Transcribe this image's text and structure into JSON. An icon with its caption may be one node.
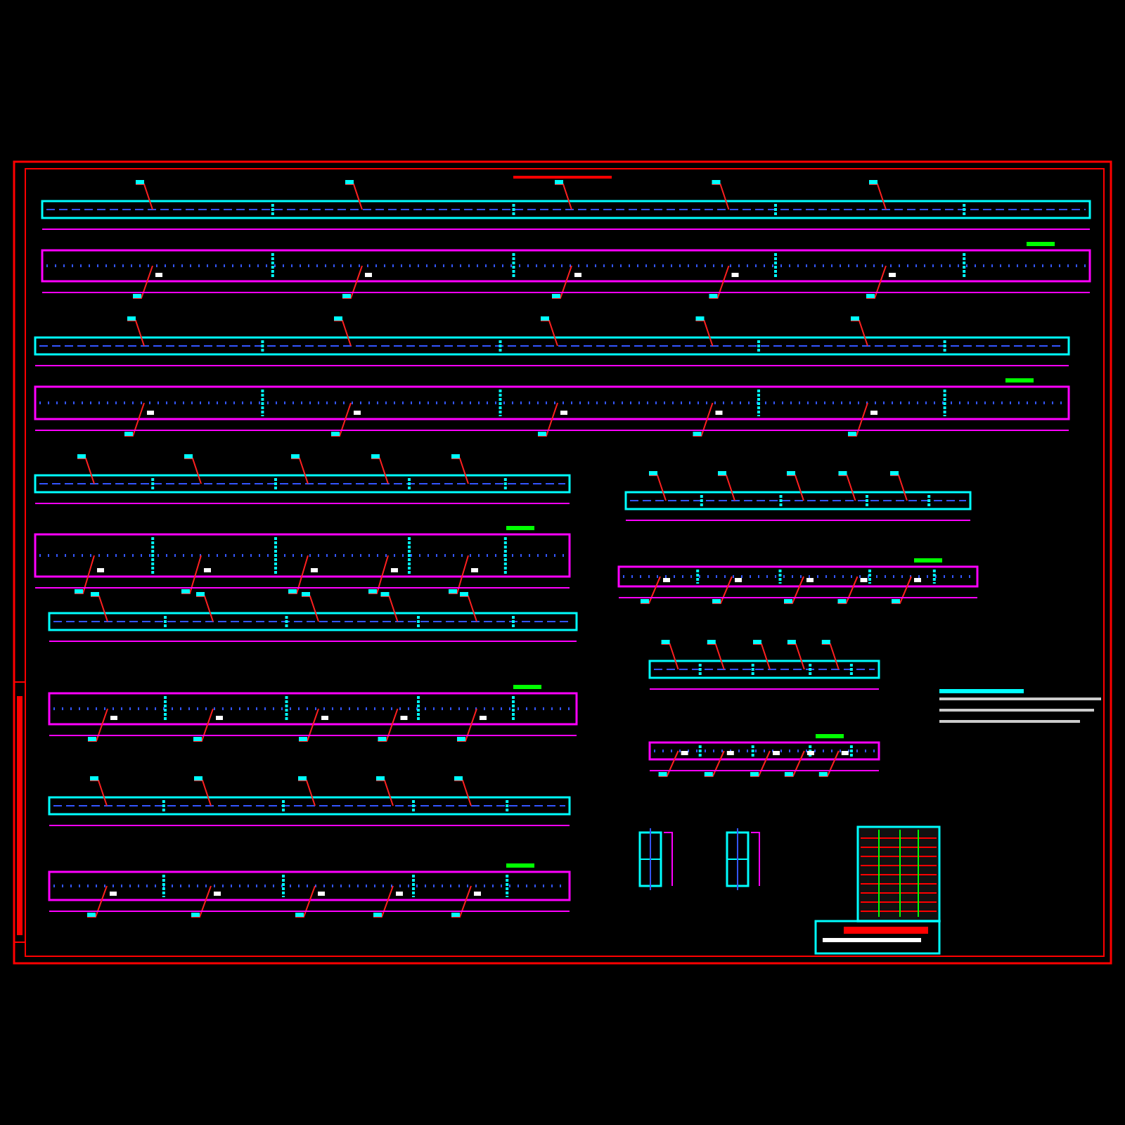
{
  "diagram": {
    "nodes": [
      {
        "text": [],
        "shape": "bar"
      },
      {
        "text": [],
        "shape": "bar"
      },
      {
        "text": [],
        "shape": "bar"
      },
      {
        "text": [],
        "shape": "bar"
      },
      {
        "text": [],
        "shape": "bar"
      },
      {
        "text": [],
        "shape": "bar"
      },
      {
        "text": [],
        "shape": "bar"
      },
      {
        "text": [],
        "shape": "bar"
      },
      {
        "text": [],
        "shape": "bar"
      },
      {
        "text": [],
        "shape": "bar"
      },
      {
        "text": [],
        "shape": "bar"
      },
      {
        "text": [],
        "shape": "bar"
      },
      {
        "text": [],
        "shape": "bar"
      },
      {
        "text": [],
        "shape": "bar"
      },
      {
        "text": [],
        "shape": "box"
      },
      {
        "text": [],
        "shape": "box"
      }
    ]
  }
}
